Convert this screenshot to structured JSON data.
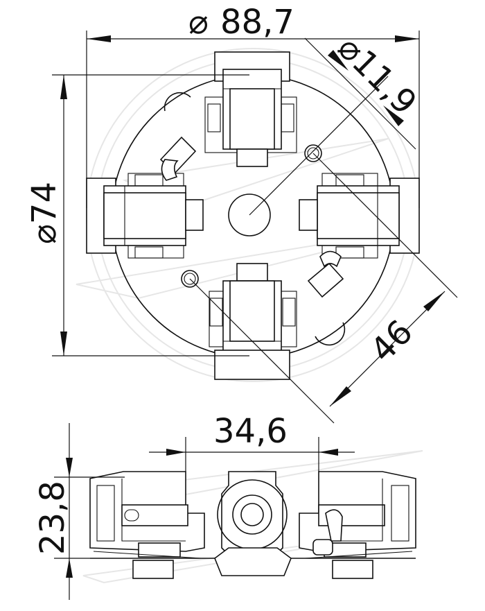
{
  "dimensions": {
    "outer_diameter": "88,7",
    "hole_diameter": "11,9",
    "plate_diameter": "74",
    "hole_spacing": "46",
    "brush_spacing": "34,6",
    "height": "23,8"
  },
  "symbols": {
    "diameter": "⌀"
  },
  "colors": {
    "line": "#111111",
    "watermark": "#e6e6e6",
    "background": "#ffffff"
  }
}
